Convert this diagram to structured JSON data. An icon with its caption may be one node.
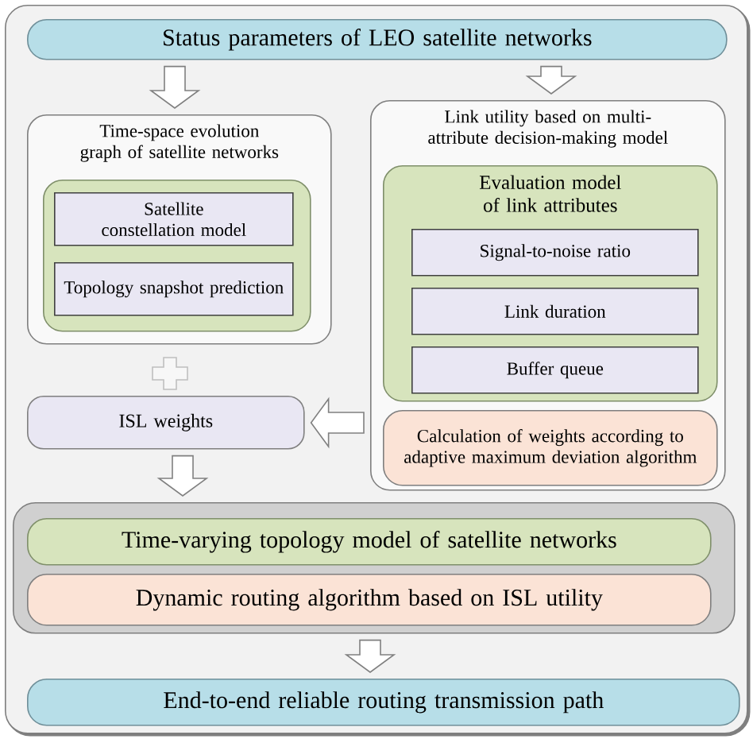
{
  "diagram": {
    "nodes": [
      {
        "text": [],
        "shape": "box"
      },
      {
        "text": [
          "Status parameters of LEO satellite networks"
        ],
        "in": 0
      },
      {
        "text": [
          "Time-space evolution graph of satellite networks"
        ],
        "in": 0
      },
      {
        "text": [],
        "shape": "box",
        "in": 2
      },
      {
        "text": [
          "Satellite constellation model"
        ],
        "in": 3
      },
      {
        "text": [
          "Topology snapshot prediction"
        ],
        "in": 3
      },
      {
        "text": [
          "Link utility based on multi-attribute decision-making model"
        ],
        "in": 0
      },
      {
        "text": [
          "Evaluation model of link attributes"
        ],
        "in": 6
      },
      {
        "text": [
          "Signal-to-noise ratio"
        ],
        "in": 7
      },
      {
        "text": [
          "Link duration"
        ],
        "in": 7
      },
      {
        "text": [
          "Buffer queue"
        ],
        "in": 7
      },
      {
        "text": [
          "Calculation of weights according to adaptive maximum deviation algorithm"
        ],
        "in": 6
      },
      {
        "text": [
          "ISL weights"
        ],
        "in": 0
      },
      {
        "text": [],
        "shape": "box",
        "in": 0
      },
      {
        "text": [
          "Time-varying topology model of satellite networks"
        ],
        "in": 13
      },
      {
        "text": [
          "Dynamic routing algorithm based on ISL utility"
        ],
        "in": 13
      },
      {
        "text": [
          "End-to-end reliable routing transmission path"
        ],
        "in": 0
      }
    ],
    "edges": [
      {
        "from": 1,
        "to": 2,
        "arrow": "to"
      },
      {
        "from": 1,
        "to": 6,
        "arrow": "to"
      },
      {
        "from": 6,
        "to": 12,
        "arrow": "to"
      },
      {
        "from": 12,
        "to": 13,
        "arrow": "to"
      },
      {
        "from": 13,
        "to": 16,
        "arrow": "to"
      }
    ]
  }
}
